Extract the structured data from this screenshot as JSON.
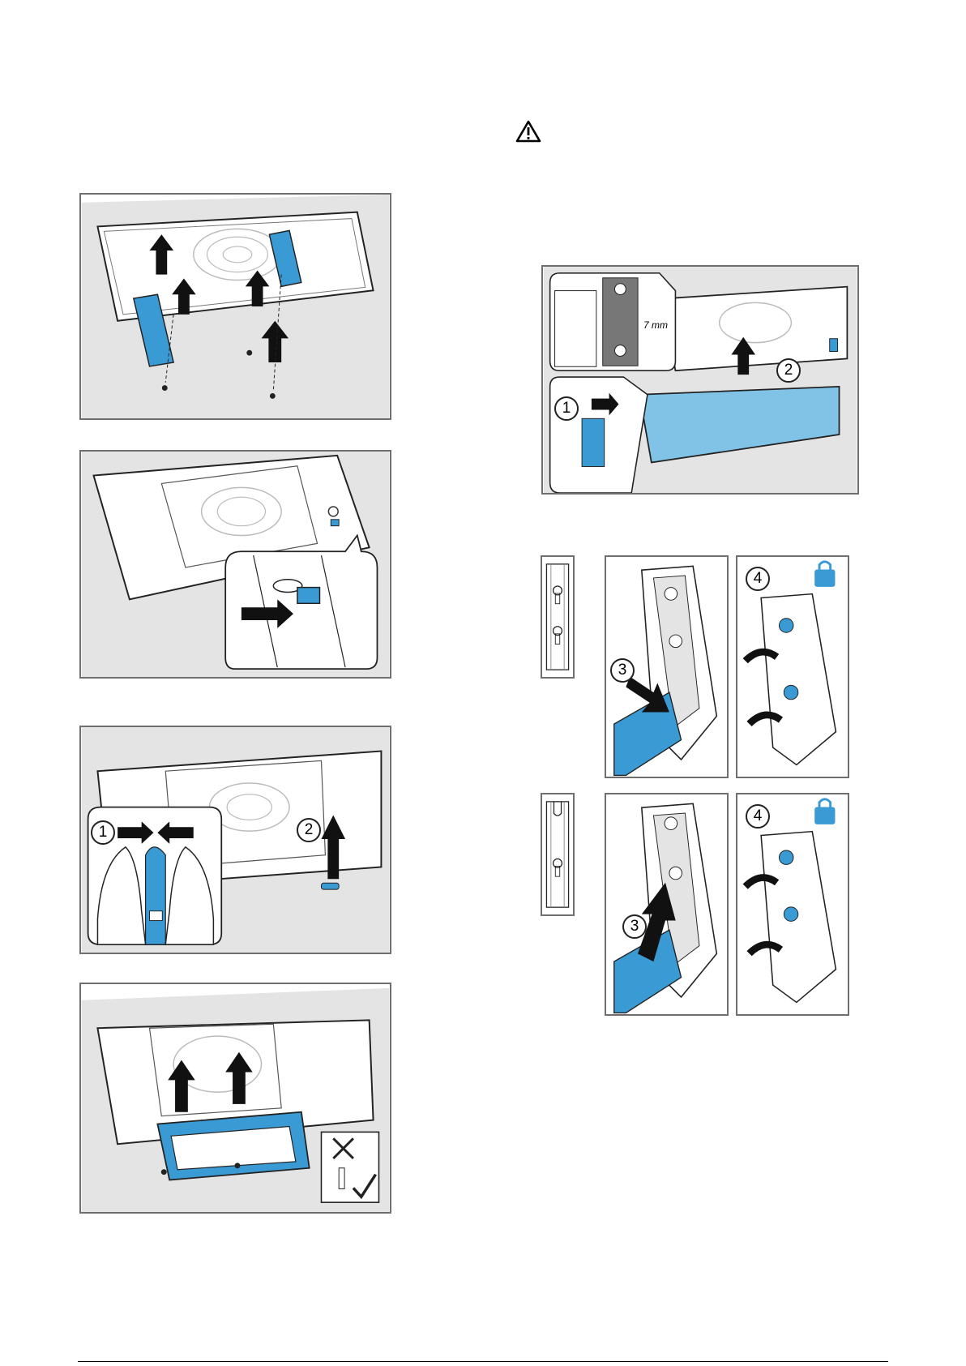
{
  "colors": {
    "accent": "#3a9ad3",
    "accent_light": "#80c3e6",
    "frame": "#6f6f6f",
    "shade": "#e4e4e4"
  },
  "warning": {
    "icon": "warning-triangle-icon"
  },
  "steps": {
    "p1": {
      "step1": "1",
      "step2": "2",
      "dimension": "7 mm"
    },
    "p2": {
      "step1": "1",
      "step2": "2"
    },
    "p3": {
      "step3": "3",
      "step4": "4",
      "lock_icon": "padlock-closed-icon"
    },
    "p4": {
      "step3": "3",
      "step4": "4",
      "lock_icon": "padlock-closed-icon"
    },
    "p5": {
      "icons": [
        "no-power-drill-icon",
        "screwdriver-icon",
        "checkmark-icon"
      ]
    }
  }
}
